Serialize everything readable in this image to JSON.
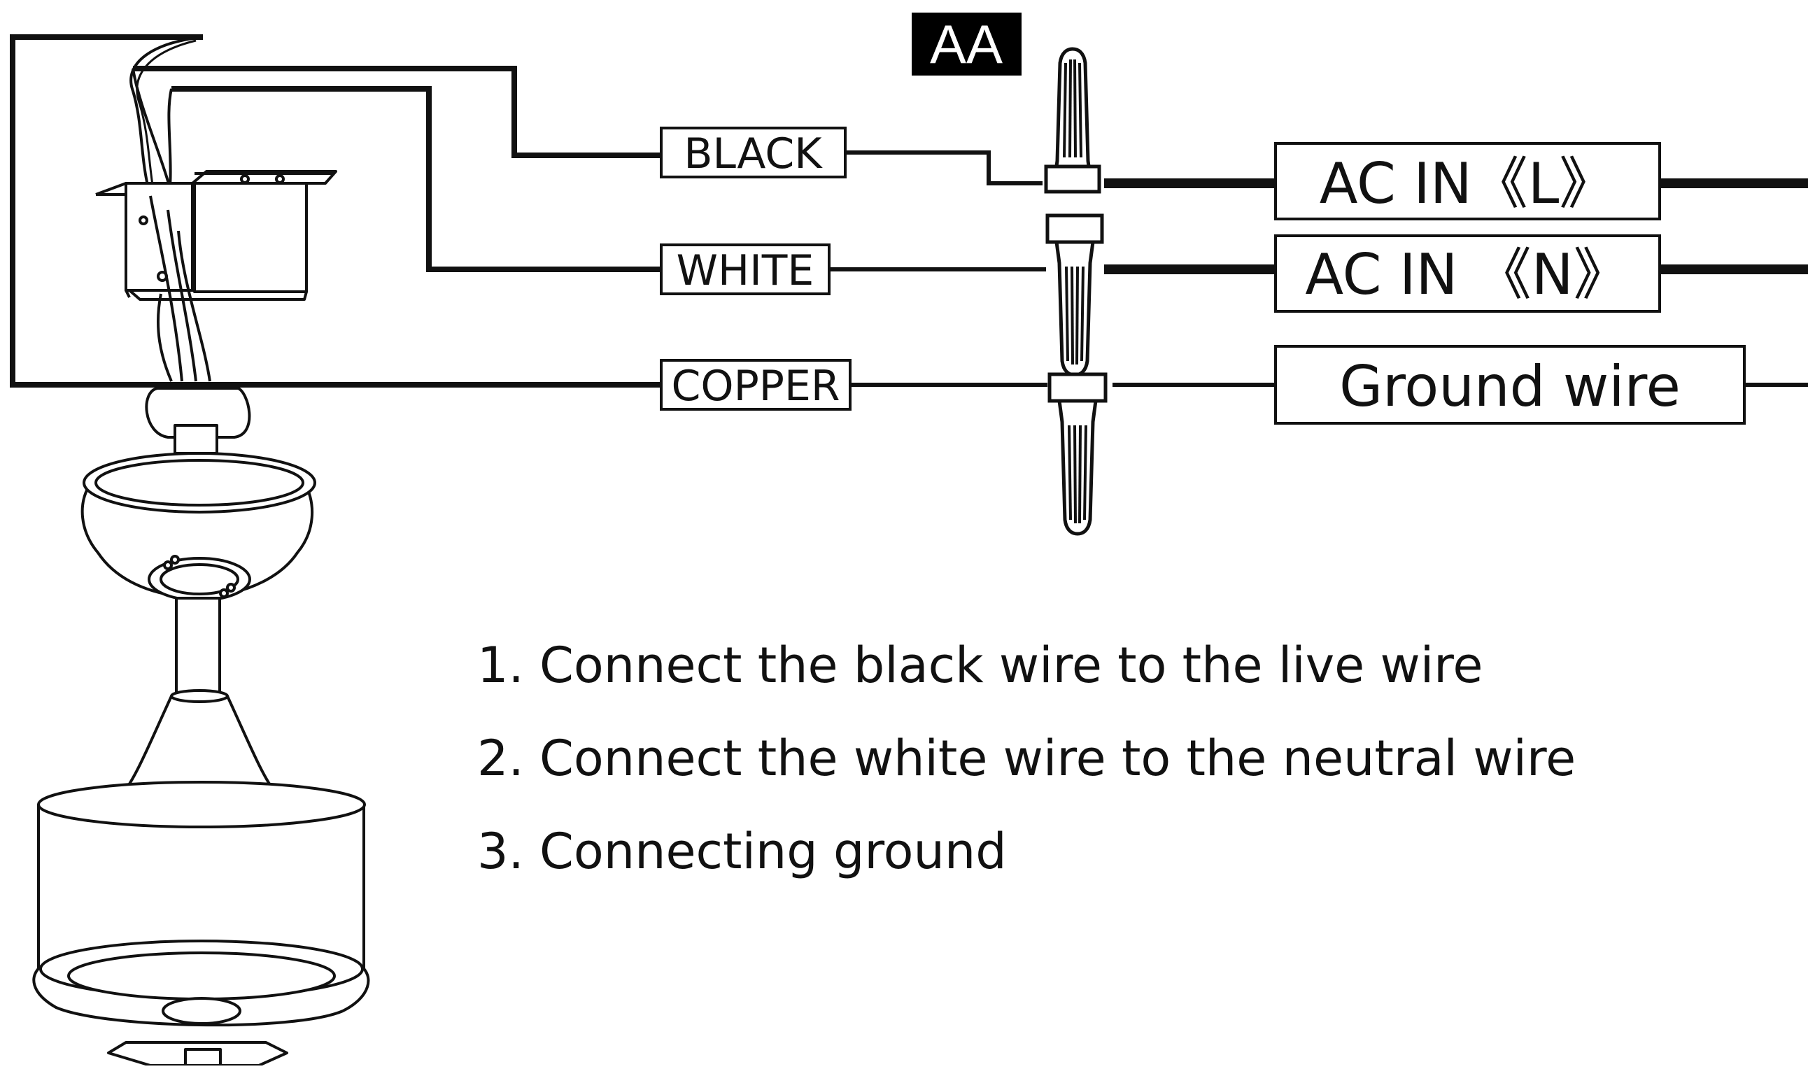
{
  "badge": {
    "text": "AA",
    "bg": "#000000",
    "fg": "#ffffff"
  },
  "fixture_wires": {
    "black": "BLACK",
    "white": "WHITE",
    "copper": "COPPER"
  },
  "supply": {
    "live": "AC IN《L》",
    "neutral": "AC IN 《N》",
    "ground": "Ground wire"
  },
  "instructions": [
    "1. Connect the black wire to the live wire",
    "2. Connect the white wire to the neutral wire",
    "3. Connecting ground"
  ],
  "colors": {
    "line": "#111111",
    "connector": "#ffffff"
  },
  "icons": [
    "ceiling-fan-icon",
    "junction-box-icon",
    "wire-nut-connector-icon"
  ]
}
